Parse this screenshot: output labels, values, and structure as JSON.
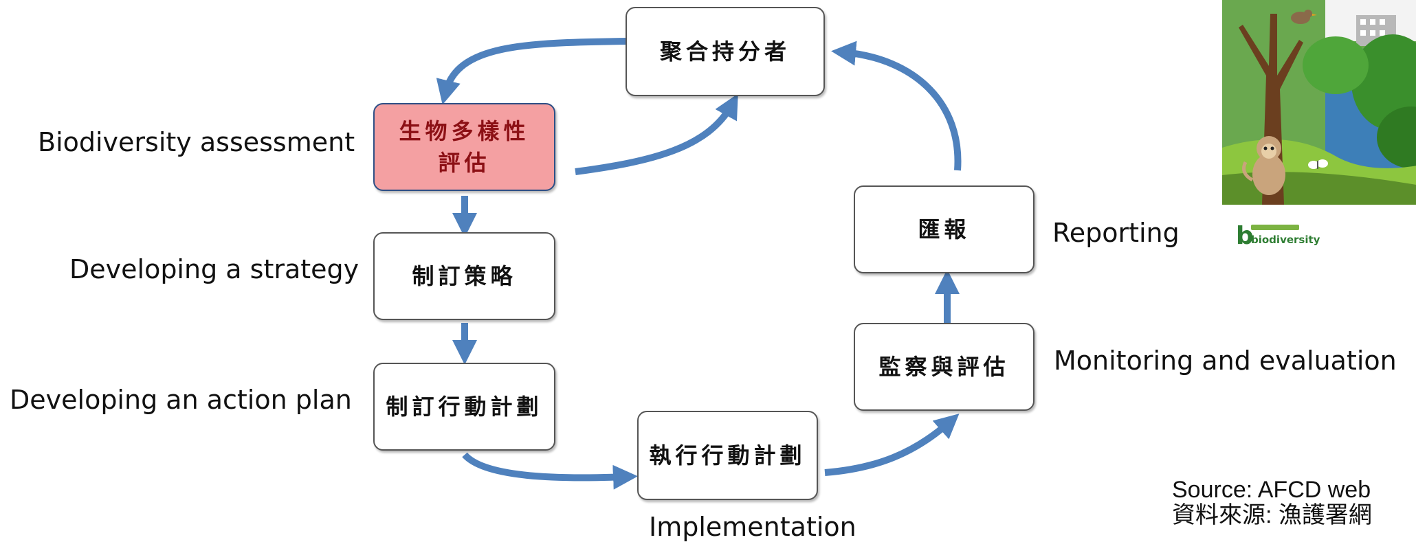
{
  "diagram": {
    "stages": {
      "stakeholders": "聚合持分者",
      "assessment": "生物多樣性評估",
      "strategy": "制訂策略",
      "action_plan": "制訂行動計劃",
      "implementation": "執行行動計劃",
      "monitoring": "監察與評估",
      "reporting": "匯報"
    },
    "english_labels": {
      "assessment": "Biodiversity assessment",
      "strategy": "Developing a strategy",
      "action_plan": "Developing an action plan",
      "implementation": "Implementation",
      "monitoring": "Monitoring and evaluation",
      "reporting": "Reporting"
    },
    "colors": {
      "arrow": "#4f81bd",
      "highlight_fill": "#f4a0a2",
      "highlight_text": "#8c1015",
      "box_border": "#555555"
    }
  },
  "source": {
    "line1": "Source: AFCD web",
    "line2": "資料來源: 漁護署網"
  },
  "poster": {
    "logo_text": "biodiversity",
    "icons": [
      "bird",
      "tree",
      "monkey",
      "butterfly",
      "building"
    ]
  }
}
